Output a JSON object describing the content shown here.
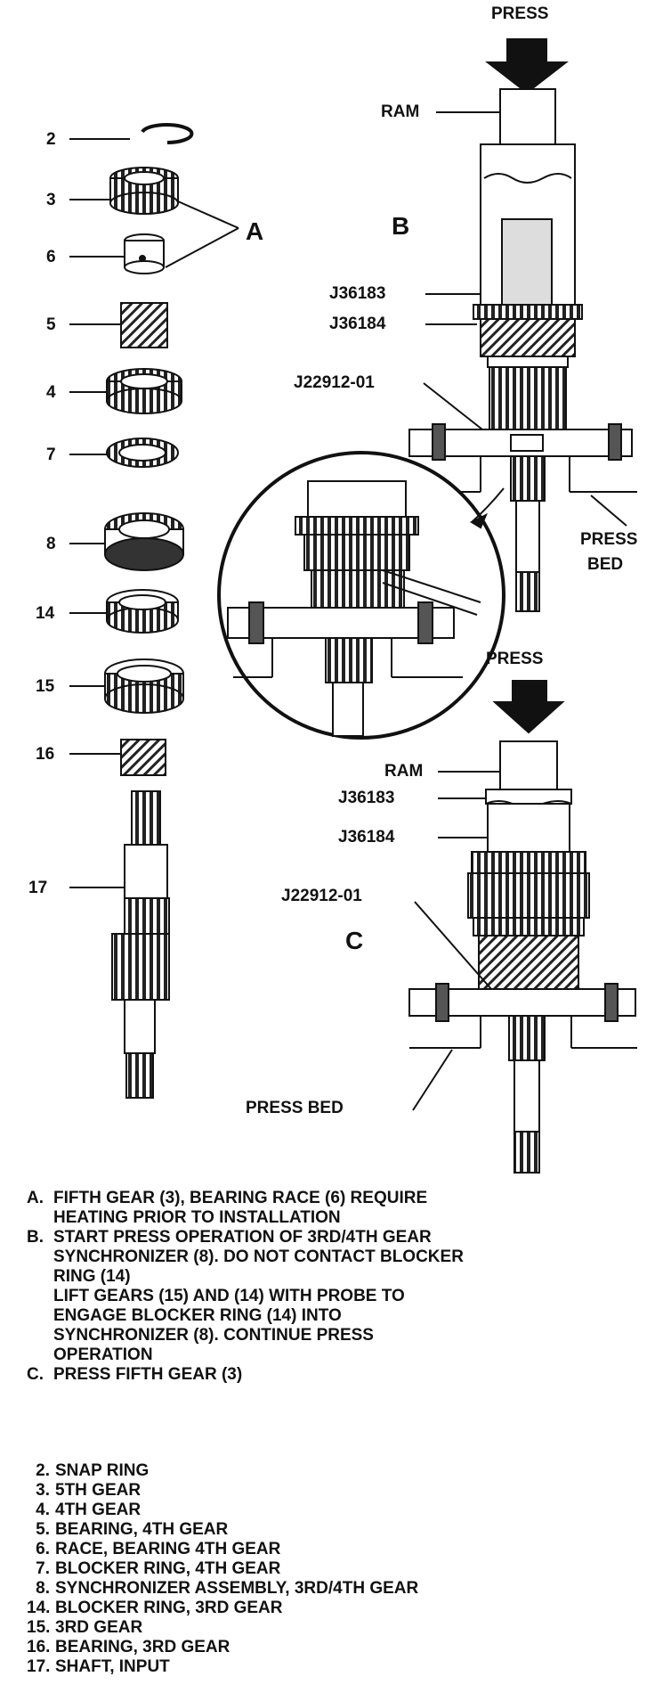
{
  "labels": {
    "press_top": "PRESS",
    "ram_top": "RAM",
    "letter_b": "B",
    "j36183_top": "J36183",
    "j36184_top": "J36184",
    "j22912_top": "J22912-01",
    "press_bed_top_1": "PRESS",
    "press_bed_top_2": "BED",
    "press_mid": "PRESS",
    "ram_bottom": "RAM",
    "j36183_bottom": "J36183",
    "j36184_bottom": "J36184",
    "j22912_bottom": "J22912-01",
    "letter_c": "C",
    "press_bed_bottom": "PRESS BED",
    "letter_a": "A"
  },
  "part_callouts": [
    "2",
    "3",
    "6",
    "5",
    "4",
    "7",
    "8",
    "14",
    "15",
    "16",
    "17"
  ],
  "notes": [
    {
      "key": "A.",
      "text": "FIFTH GEAR (3), BEARING RACE (6) REQUIRE\nHEATING PRIOR TO INSTALLATION"
    },
    {
      "key": "B.",
      "text": "START PRESS OPERATION OF 3RD/4TH GEAR\nSYNCHRONIZER (8). DO NOT CONTACT BLOCKER\nRING (14)\nLIFT GEARS (15) AND (14) WITH PROBE TO\nENGAGE BLOCKER RING (14) INTO\nSYNCHRONIZER (8). CONTINUE PRESS\nOPERATION"
    },
    {
      "key": "C.",
      "text": "PRESS FIFTH GEAR (3)"
    }
  ],
  "legend": [
    {
      "num": "2.",
      "text": "SNAP RING"
    },
    {
      "num": "3.",
      "text": "5TH GEAR"
    },
    {
      "num": "4.",
      "text": "4TH GEAR"
    },
    {
      "num": "5.",
      "text": "BEARING, 4TH GEAR"
    },
    {
      "num": "6.",
      "text": "RACE, BEARING 4TH GEAR"
    },
    {
      "num": "7.",
      "text": "BLOCKER RING, 4TH GEAR"
    },
    {
      "num": "8.",
      "text": "SYNCHRONIZER ASSEMBLY, 3RD/4TH GEAR"
    },
    {
      "num": "14.",
      "text": "BLOCKER RING, 3RD GEAR"
    },
    {
      "num": "15.",
      "text": "3RD GEAR"
    },
    {
      "num": "16.",
      "text": "BEARING, 3RD GEAR"
    },
    {
      "num": "17.",
      "text": "SHAFT, INPUT"
    }
  ]
}
